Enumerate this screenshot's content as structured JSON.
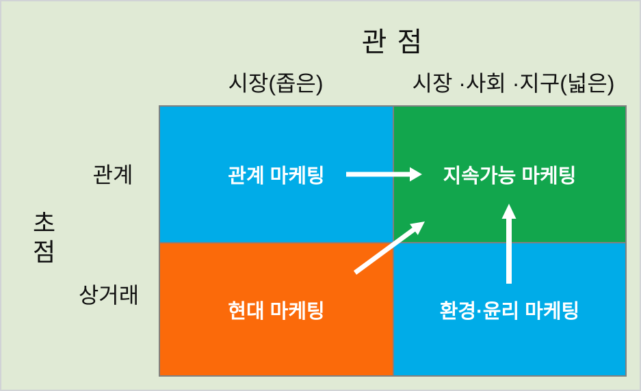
{
  "diagram": {
    "title": "관 점",
    "x_axis": {
      "columns": [
        {
          "label": "시장(좁은)"
        },
        {
          "label": "시장 ·사회 ·지구(넓은)"
        }
      ]
    },
    "y_axis": {
      "title_line1": "초",
      "title_line2": "점",
      "rows": [
        {
          "label": "관계"
        },
        {
          "label": "상거래"
        }
      ]
    },
    "quadrants": [
      {
        "name": "relationship-marketing",
        "label": "관계 마케팅",
        "color": "#00ACE8"
      },
      {
        "name": "sustainable-marketing",
        "label": "지속가능 마케팅",
        "color": "#12A64D"
      },
      {
        "name": "modern-marketing",
        "label": "현대 마케팅",
        "color": "#FB6A0A"
      },
      {
        "name": "environmental-ethics-marketing",
        "label": "환경·윤리 마케팅",
        "color": "#00ACE8"
      }
    ],
    "arrows": [
      {
        "from": "관계 마케팅",
        "to": "지속가능 마케팅",
        "direction": "right"
      },
      {
        "from": "현대 마케팅",
        "to": "지속가능 마케팅",
        "direction": "up-right"
      },
      {
        "from": "환경·윤리 마케팅",
        "to": "지속가능 마케팅",
        "direction": "up"
      }
    ],
    "colors": {
      "background": "#E0EAD5",
      "cell_border": "#808080",
      "arrow": "#FFFFFF",
      "text": "#111111"
    }
  }
}
